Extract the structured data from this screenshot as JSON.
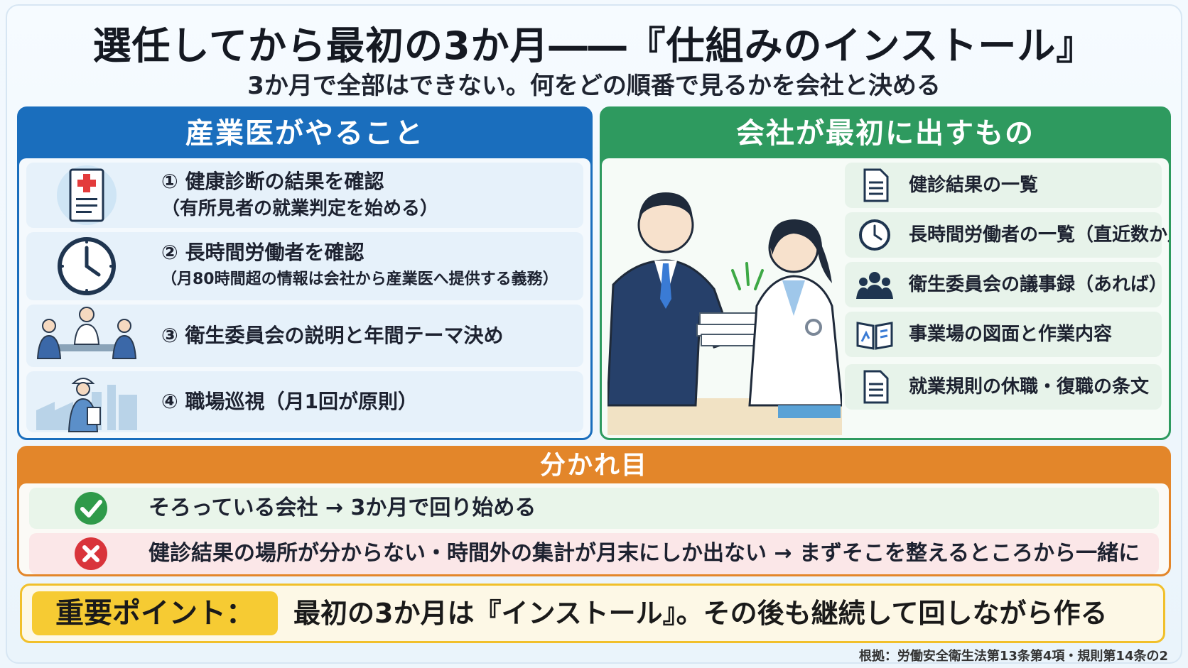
{
  "title": "選任してから最初の3か月――『仕組みのインストール』",
  "subtitle": "3か月で全部はできない。何をどの順番で見るかを会社と決める",
  "left_panel": {
    "heading": "産業医がやること",
    "tasks": [
      {
        "line1": "① 健康診断の結果を確認",
        "line2": "（有所見者の就業判定を始める）",
        "icon": "medical-report-icon"
      },
      {
        "line1": "② 長時間労働者を確認",
        "line2": "（月80時間超の情報は会社から産業医へ提供する義務）",
        "icon": "clock-icon"
      },
      {
        "line1": "③ 衛生委員会の説明と年間テーマ決め",
        "icon": "meeting-icon"
      },
      {
        "line1": "④ 職場巡視（月1回が原則）",
        "icon": "factory-inspection-icon"
      }
    ]
  },
  "right_panel": {
    "heading": "会社が最初に出すもの",
    "items": [
      {
        "label": "健診結果の一覧",
        "icon": "document-icon"
      },
      {
        "label": "長時間労働者の一覧（直近数か月）",
        "icon": "clock-icon"
      },
      {
        "label": "衛生委員会の議事録（あれば）",
        "icon": "people-icon"
      },
      {
        "label": "事業場の図面と作業内容",
        "icon": "map-book-icon"
      },
      {
        "label": "就業規則の休職・復職の条文",
        "icon": "document-icon"
      }
    ]
  },
  "split": {
    "heading": "分かれ目",
    "good": "そろっている会社 → 3か月で回り始める",
    "bad": "健診結果の場所が分からない・時間外の集計が月末にしか出ない → まずそこを整えるところから一緒に"
  },
  "point": {
    "label": "重要ポイント：",
    "text": "最初の3か月は『インストール』。その後も継続して回しながら作る"
  },
  "source": "根拠：労働安全衛生法第13条第4項・規則第14条の2",
  "colors": {
    "blue": "#1a6ebd",
    "green": "#2e9a5f",
    "orange": "#e3862a",
    "yellow": "#f6cb33",
    "check": "#2f9a4a",
    "cross": "#d9343b"
  }
}
